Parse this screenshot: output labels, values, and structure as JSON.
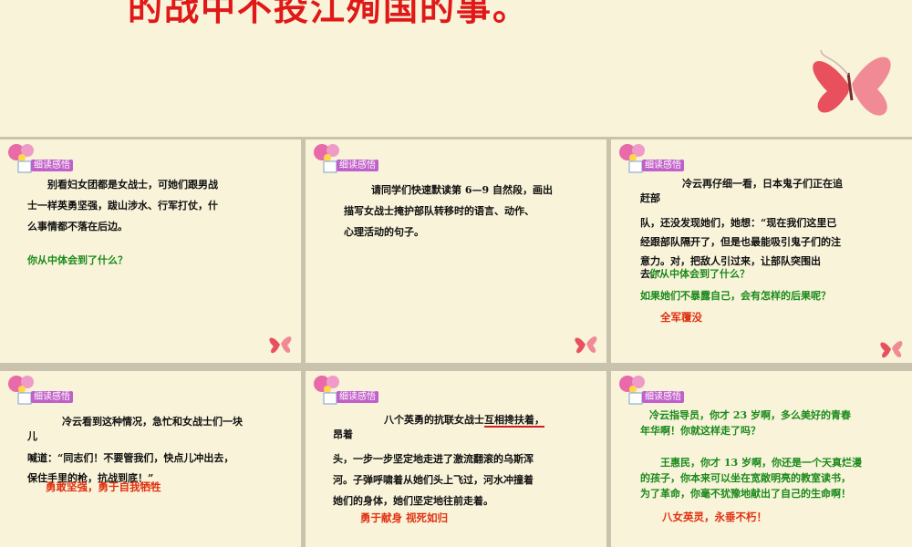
{
  "header": {
    "title_fragment": "的战中不投江殉国的事。"
  },
  "badge_label": "细读感悟",
  "slides": [
    {
      "lines": [
        "别看妇女团都是女战士，可她们跟男战",
        "士一样英勇坚强，跋山涉水、行军打仗，什",
        "么事情都不落在后边。"
      ],
      "question": "你从中体会到了什么？"
    },
    {
      "lines": [
        "请同学们快速默读第 6—9 自然段，画出",
        "描写女战士掩护部队转移时的语言、动作、",
        "心理活动的句子。"
      ]
    },
    {
      "lines": [
        "冷云再仔细一看，日本鬼子们正在追",
        "赶部",
        "队，还没发现她们，她想：“现在我们这里已",
        "经跟部队隔开了，但是也最能吸引鬼子们的注",
        "意力。对，把敌人引过来，让部队突围出",
        "去。”"
      ],
      "question1": "你从中体会到了什么？",
      "question2": "如果她们不暴露自己，会有怎样的后果呢？",
      "answer": "全军覆没"
    },
    {
      "lines": [
        "冷云看到这种情况，急忙和女战士们一块",
        "儿",
        "喊道：“同志们！不要管我们，快点儿冲出去，",
        "保住手里的枪，抗战到底！”"
      ],
      "answer": "勇敢坚强，勇于自我牺牲"
    },
    {
      "lines_pre": "八个英勇的抗联女战士",
      "lines_underlined": "互相搀扶着，",
      "lines": [
        "昂着",
        "头，一步一步坚定地走进了激流翻滚的乌斯浑",
        "河。子弹呼啸着从她们头上飞过，河水冲撞着",
        "她们的身体，她们坚定地往前走着。"
      ],
      "answer": "勇于献身  视死如归"
    },
    {
      "green_lines_1": [
        "冷云指导员，你才 23 岁啊，多么美好的青春",
        "年华啊！你就这样走了吗？"
      ],
      "green_lines_2": [
        "王惠民，你才 13 岁啊，你还是一个天真烂漫",
        "的孩子，你本来可以坐在宽敞明亮的教室读书，",
        "为了革命，你毫不犹豫地献出了自己的生命啊！"
      ],
      "answer": "八女英灵，永垂不朽！"
    }
  ]
}
